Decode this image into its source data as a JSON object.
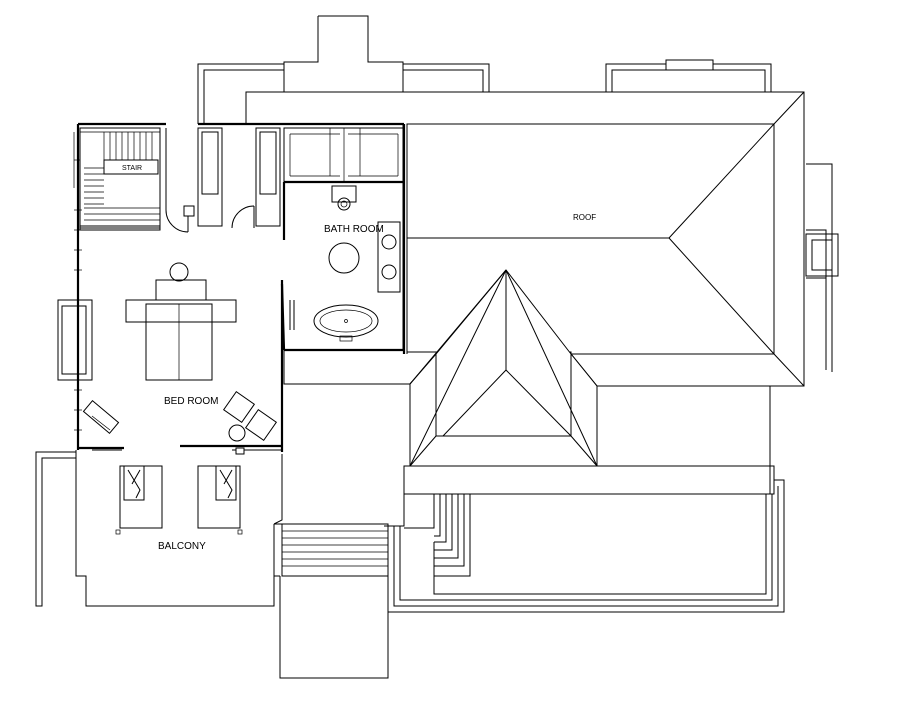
{
  "labels": {
    "stair": "STAIR",
    "bath_room": "BATH ROOM",
    "roof": "ROOF",
    "bed_room": "BED ROOM",
    "balcony": "BALCONY"
  },
  "colors": {
    "line": "#000000",
    "background": "#ffffff"
  }
}
